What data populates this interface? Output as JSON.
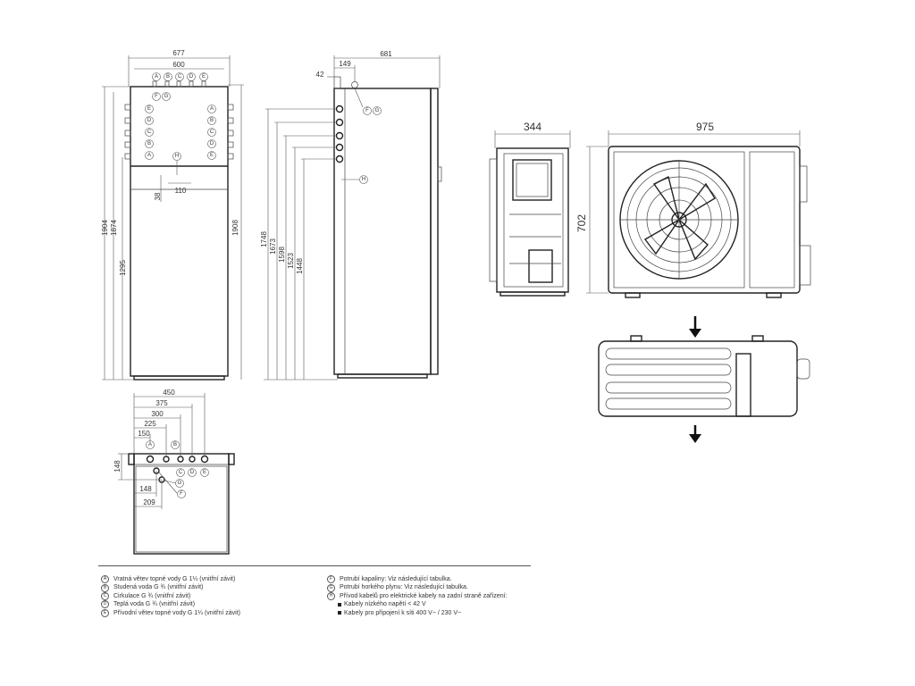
{
  "drawing": {
    "front_view": {
      "dim_width_outer": "677",
      "dim_width_inner": "600",
      "dim_height_1904": "1904",
      "dim_height_1874": "1874",
      "dim_height_1295": "1295",
      "dim_height_1908": "1908",
      "dim_38": "38",
      "dim_110": "110",
      "top_connections": [
        "A",
        "B",
        "C",
        "D",
        "E"
      ],
      "top_sub": [
        "F",
        "G"
      ],
      "left_connections": [
        "E",
        "D",
        "C",
        "B",
        "A"
      ],
      "right_connections": [
        "A",
        "B",
        "C",
        "D",
        "E"
      ],
      "cable_label": "H"
    },
    "side_view": {
      "dim_depth": "681",
      "dim_149": "149",
      "dim_42": "42",
      "dim_heights": [
        "1748",
        "1673",
        "1598",
        "1523",
        "1448"
      ],
      "labels": [
        "F",
        "G",
        "H"
      ]
    },
    "top_view": {
      "dims": [
        "450",
        "375",
        "300",
        "225",
        "150"
      ],
      "dim_148_v": "148",
      "dim_148_h": "148",
      "dim_209": "209",
      "labels": [
        "A",
        "B",
        "C",
        "D",
        "E",
        "F",
        "G"
      ]
    },
    "outdoor_unit": {
      "dim_depth": "344",
      "dim_width": "975",
      "dim_height": "702"
    }
  },
  "legend": {
    "left": [
      {
        "key": "A",
        "text": "Vratná větev topné vody G 1¼ (vnitřní závit)"
      },
      {
        "key": "B",
        "text": "Studená voda G ¾ (vnitřní závit)"
      },
      {
        "key": "C",
        "text": "Cirkulace G ¾ (vnitřní závit)"
      },
      {
        "key": "D",
        "text": "Teplá voda G ¾ (vnitřní závit)"
      },
      {
        "key": "E",
        "text": "Přívodní větev topné vody G 1¼ (vnitřní závit)"
      }
    ],
    "right": [
      {
        "key": "F",
        "text": "Potrubí kapaliny: Viz následující tabulka."
      },
      {
        "key": "G",
        "text": "Potrubí horkého plynu: Viz následující tabulka."
      },
      {
        "key": "H",
        "text": "Přívod kabelů pro elektrické kabely na zadní straně zařízení:"
      }
    ],
    "bullets": [
      "Kabely nízkého napětí < 42 V",
      "Kabely pro připojení k síti 400 V~ / 230 V~"
    ]
  }
}
